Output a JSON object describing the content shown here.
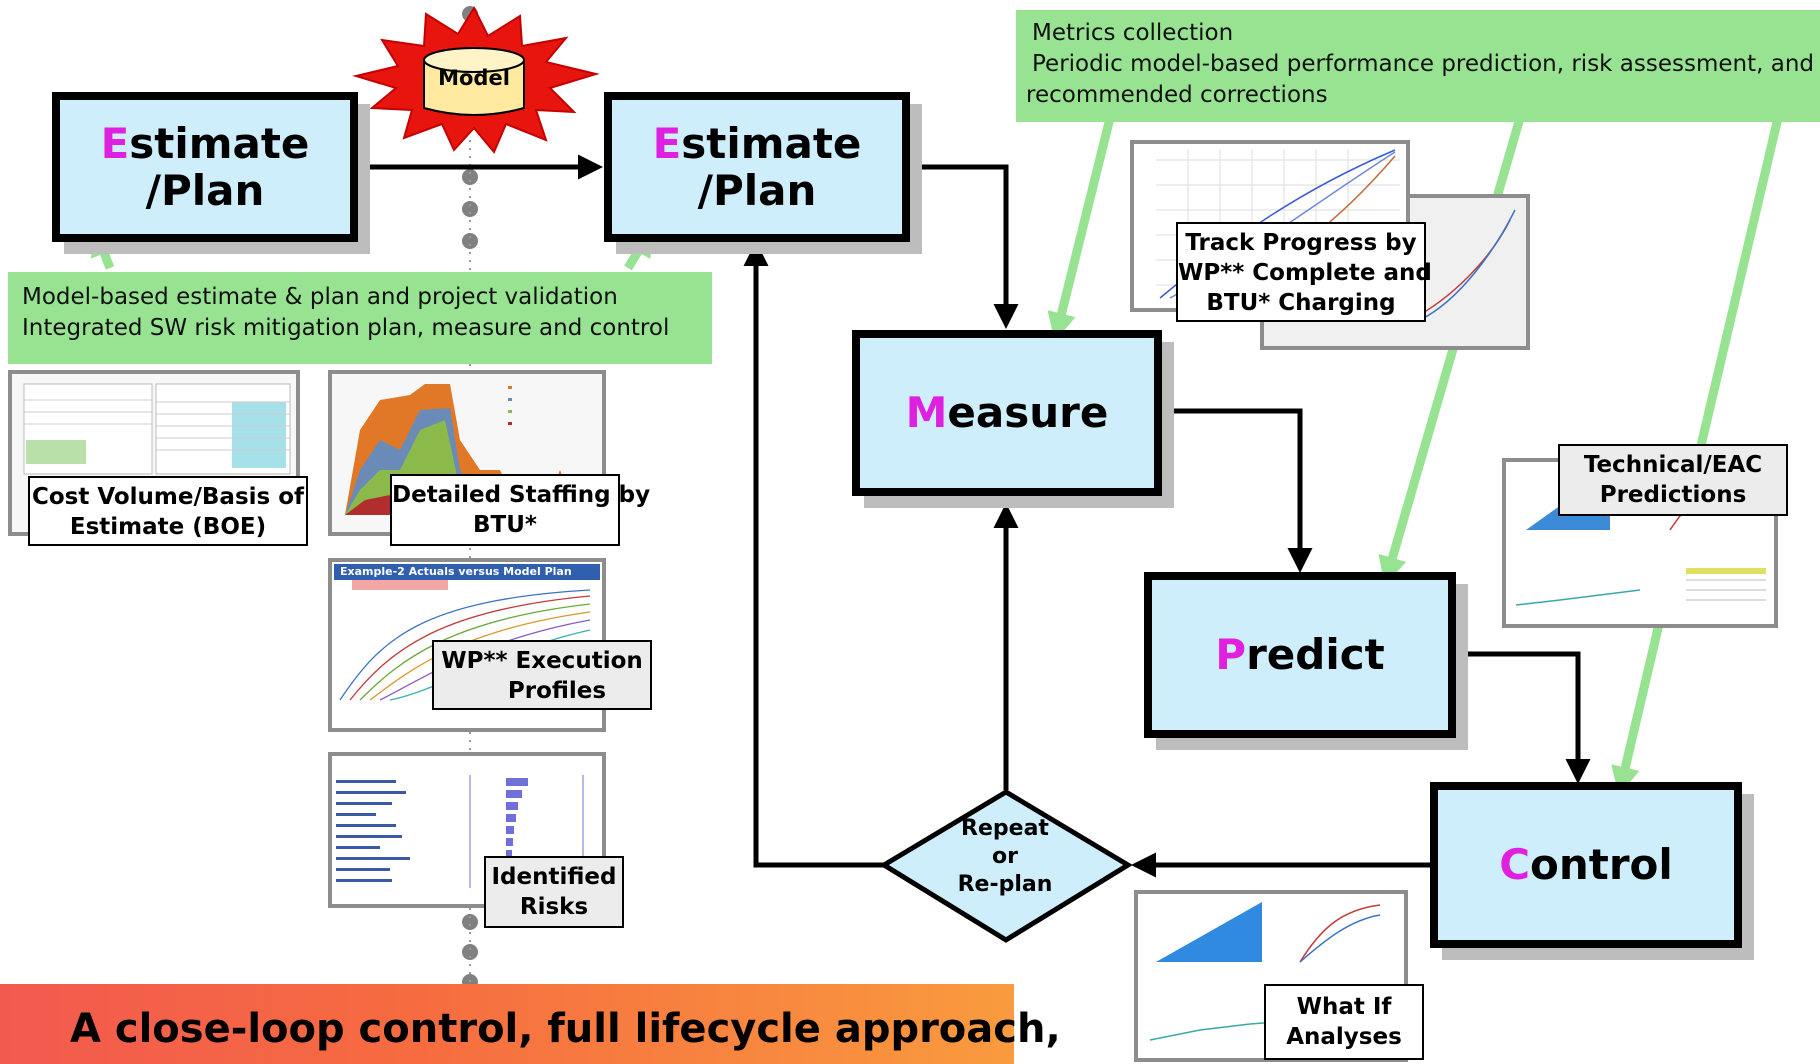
{
  "model_label": "Model",
  "boxes": {
    "estimate1": {
      "first": "E",
      "rest": "stimate",
      "line2": "/Plan"
    },
    "estimate2": {
      "first": "E",
      "rest": "stimate",
      "line2": "/Plan"
    },
    "measure": {
      "first": "M",
      "rest": "easure"
    },
    "predict": {
      "first": "P",
      "rest": "redict"
    },
    "control": {
      "first": "C",
      "rest": "ontrol"
    }
  },
  "decision": {
    "lines": [
      "Repeat",
      "or",
      "Re-plan"
    ]
  },
  "callouts": {
    "left": {
      "lines": [
        "Model-based estimate & plan and project validation",
        "Integrated SW risk mitigation plan, measure and control"
      ]
    },
    "top_right": {
      "lines": [
        "Metrics collection",
        "Periodic model-based performance prediction, risk assessment, and",
        "recommended corrections"
      ]
    }
  },
  "artifacts": {
    "cost_volume": {
      "lines": [
        "Cost Volume/Basis of",
        "Estimate (BOE)"
      ]
    },
    "staffing": {
      "lines": [
        "Detailed Staffing by",
        "BTU*"
      ]
    },
    "wp_execution": {
      "lines": [
        "WP** Execution",
        "Profiles"
      ]
    },
    "wp_chart_title": "Example-2  Actuals versus Model Plan",
    "risks": {
      "lines": [
        "Identified",
        "Risks"
      ]
    },
    "track_progress": {
      "lines": [
        "Track Progress by",
        "WP** Complete and",
        "BTU* Charging"
      ]
    },
    "technical_eac": {
      "lines": [
        "Technical/EAC",
        "Predictions"
      ]
    },
    "what_if": {
      "lines": [
        "What If",
        "Analyses"
      ]
    }
  },
  "banner": "A close-loop control, full lifecycle approach,",
  "colors": {
    "box_fill": "#cfeefc",
    "callout_green": "#97e391",
    "first_letter": "#e020e0",
    "banner_start": "#f25a4f",
    "banner_end": "#f99b3e",
    "model_burst": "#e8150f",
    "model_can": "#ffeaa0"
  }
}
